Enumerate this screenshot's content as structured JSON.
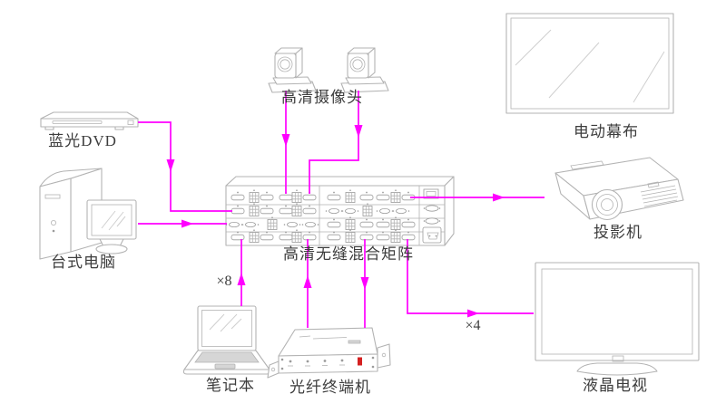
{
  "diagram": {
    "colors": {
      "connection": "#FF00FF",
      "outline": "#b3b3b3",
      "label_text": "#3d3d3d"
    },
    "nodes": {
      "hd_camera": {
        "label": "高清摄像头"
      },
      "blu_ray_dvd": {
        "label": "蓝光DVD"
      },
      "desktop_pc": {
        "label": "台式电脑"
      },
      "electric_screen": {
        "label": "电动幕布"
      },
      "hybrid_matrix": {
        "label": "高清无缝混合矩阵"
      },
      "projector": {
        "label": "投影机"
      },
      "laptop": {
        "label": "笔记本",
        "count_annotation": "×8"
      },
      "fiber_terminal": {
        "label": "光纤终端机"
      },
      "lcd_tv": {
        "label": "液晶电视",
        "count_annotation": "×4"
      }
    }
  }
}
